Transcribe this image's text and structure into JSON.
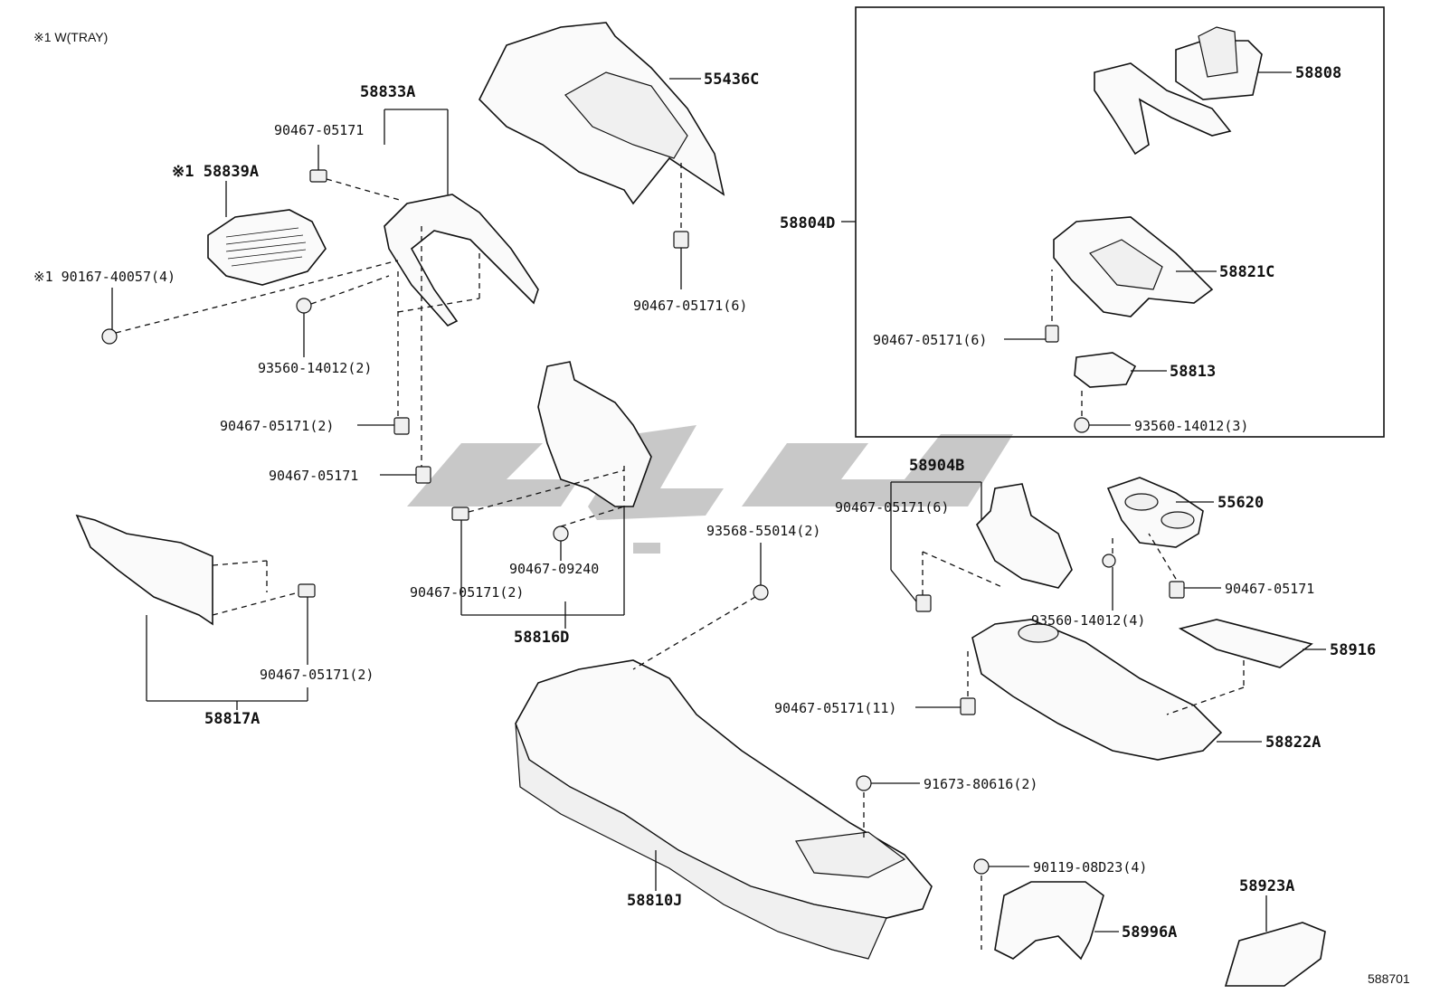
{
  "note": "※1 W(TRAY)",
  "diagram_id": "588701",
  "part_labels": {
    "p58833A": "58833A",
    "p55436C": "55436C",
    "p90467_05171_a": "90467-05171",
    "p58839A": "※1 58839A",
    "p90167_40057": "※1 90167-40057(4)",
    "p93560_14012_2": "93560-14012(2)",
    "p90467_05171_2a": "90467-05171(2)",
    "p90467_05171_b": "90467-05171",
    "p90467_05171_6a": "90467-05171(6)",
    "p58804D": "58804D",
    "p58808": "58808",
    "p58821C": "58821C",
    "p90467_05171_6b": "90467-05171(6)",
    "p58813": "58813",
    "p93560_14012_3": "93560-14012(3)",
    "p58904B": "58904B",
    "p90467_05171_6c": "90467-05171(6)",
    "p55620": "55620",
    "p93568_55014": "93568-55014(2)",
    "p90467_09240": "90467-09240",
    "p90467_05171_2b": "90467-05171(2)",
    "p58816D": "58816D",
    "p93560_14012_4": "93560-14012(4)",
    "p90467_05171_c": "90467-05171",
    "p58916": "58916",
    "p90467_05171_2c": "90467-05171(2)",
    "p58817A": "58817A",
    "p90467_05171_11": "90467-05171(11)",
    "p58822A": "58822A",
    "p91673_80616": "91673-80616(2)",
    "p58810J": "58810J",
    "p90119_08D23": "90119-08D23(4)",
    "p58923A": "58923A",
    "p58996A": "58996A"
  }
}
